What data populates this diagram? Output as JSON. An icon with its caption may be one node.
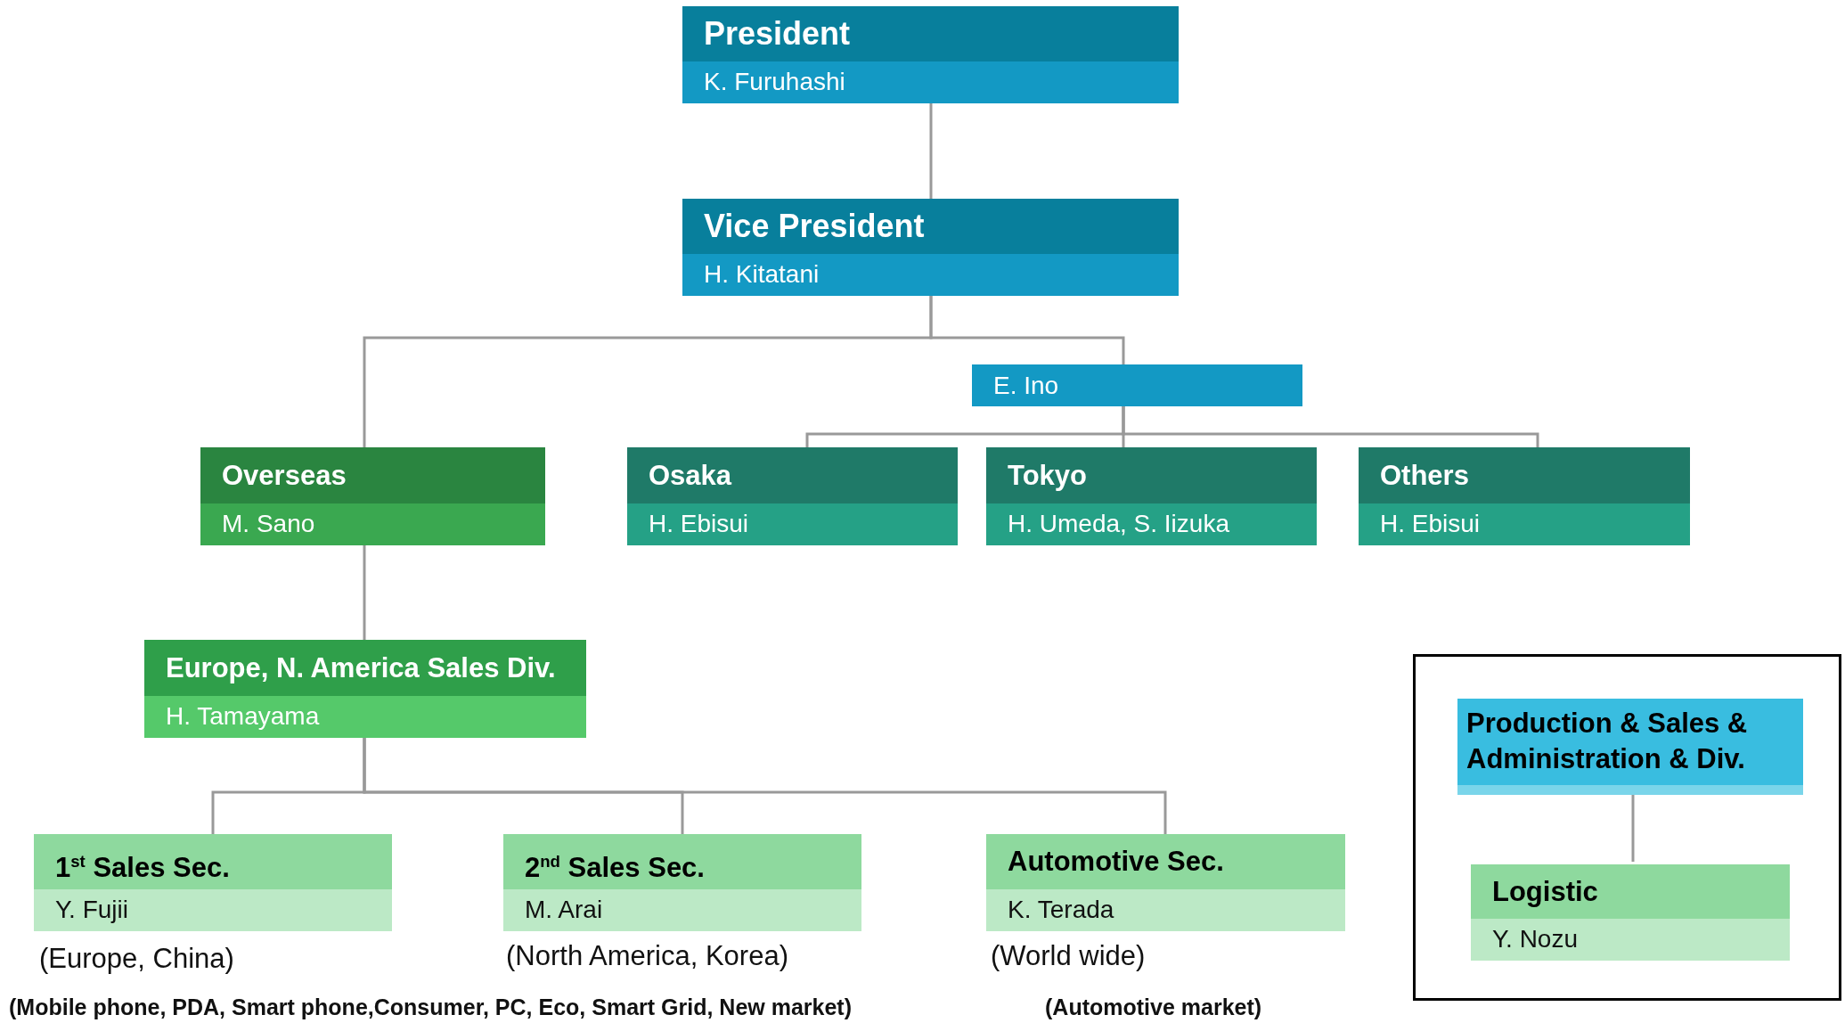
{
  "diagram": {
    "nodes": [
      {
        "text": [
          "President",
          "K. Furuhashi"
        ]
      },
      {
        "text": [
          "Vice President",
          "H. Kitatani"
        ]
      },
      {
        "text": [
          "E. Ino"
        ]
      },
      {
        "text": [
          "Overseas",
          "M. Sano"
        ]
      },
      {
        "text": [
          "Osaka",
          "H. Ebisui"
        ]
      },
      {
        "text": [
          "Tokyo",
          "H. Umeda, S. Iizuka"
        ]
      },
      {
        "text": [
          "Others",
          "H. Ebisui"
        ]
      },
      {
        "text": [
          "Europe, N. America Sales Div.",
          "H. Tamayama"
        ]
      },
      {
        "text": [
          "1$^{st}$ Sales Sec.",
          "Y. Fujii"
        ],
        "beside": [
          "(Europe, China)"
        ]
      },
      {
        "text": [
          "2$^{nd}$ Sales Sec.",
          "M. Arai"
        ],
        "beside": [
          "(North America, Korea)"
        ]
      },
      {
        "text": [
          "Automotive Sec.",
          "K. Terada"
        ],
        "beside": [
          "(World wide)"
        ]
      },
      {
        "text": [],
        "shape": "box"
      },
      {
        "text": [
          "Production & Sales & Administration & Div."
        ],
        "in": 11
      },
      {
        "text": [
          "Logistic",
          "Y. Nozu"
        ],
        "in": 11
      }
    ],
    "edges": [
      {
        "from": 0,
        "to": 1,
        "arrow": "none"
      },
      {
        "from": 1,
        "to": 3,
        "arrow": "none"
      },
      {
        "from": 1,
        "to": 2,
        "arrow": "none"
      },
      {
        "from": 2,
        "to": 4,
        "arrow": "none"
      },
      {
        "from": 2,
        "to": 5,
        "arrow": "none"
      },
      {
        "from": 2,
        "to": 6,
        "arrow": "none"
      },
      {
        "from": 3,
        "to": 7,
        "arrow": "none"
      },
      {
        "from": 7,
        "to": 8,
        "arrow": "none"
      },
      {
        "from": 7,
        "to": 9,
        "arrow": "none"
      },
      {
        "from": 7,
        "to": 10,
        "arrow": "none"
      },
      {
        "from": 12,
        "to": 13,
        "arrow": "none"
      }
    ],
    "labels": [
      "(Mobile phone, PDA, Smart phone,Consumer, PC, Eco, Smart Grid, New market)",
      "(Automotive market)"
    ]
  }
}
